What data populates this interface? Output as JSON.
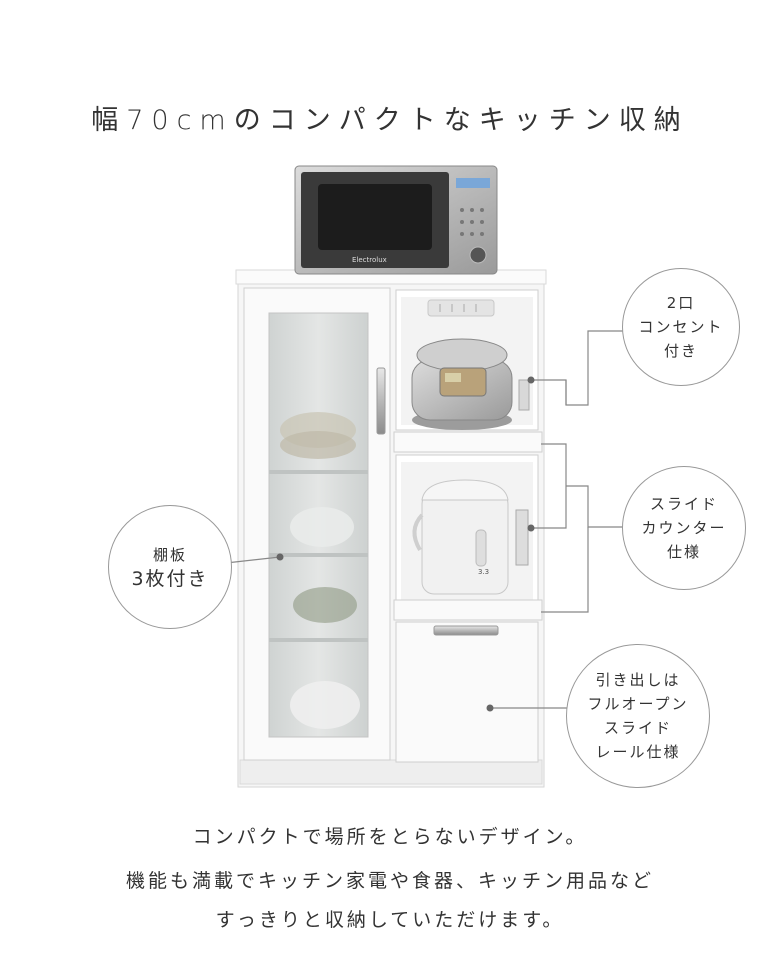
{
  "title": "幅70cmのコンパクトなキッチン収納",
  "callouts": {
    "outlet": [
      "2口",
      "コンセント",
      "付き"
    ],
    "shelf": [
      "棚板",
      "3枚付き"
    ],
    "slide_counter": [
      "スライド",
      "カウンター",
      "仕様"
    ],
    "drawer": [
      "引き出しは",
      "フルオープン",
      "スライド",
      "レール仕様"
    ]
  },
  "microwave_brand": "Electrolux",
  "pot_label": "3.3",
  "description": [
    "コンパクトで場所をとらないデザイン。",
    "機能も満載でキッチン家電や食器、キッチン用品など",
    "すっきりと収納していただけます。"
  ],
  "colors": {
    "line": "#888888",
    "cabinet": "#f4f4f4",
    "glass": "#d6d9d8"
  }
}
